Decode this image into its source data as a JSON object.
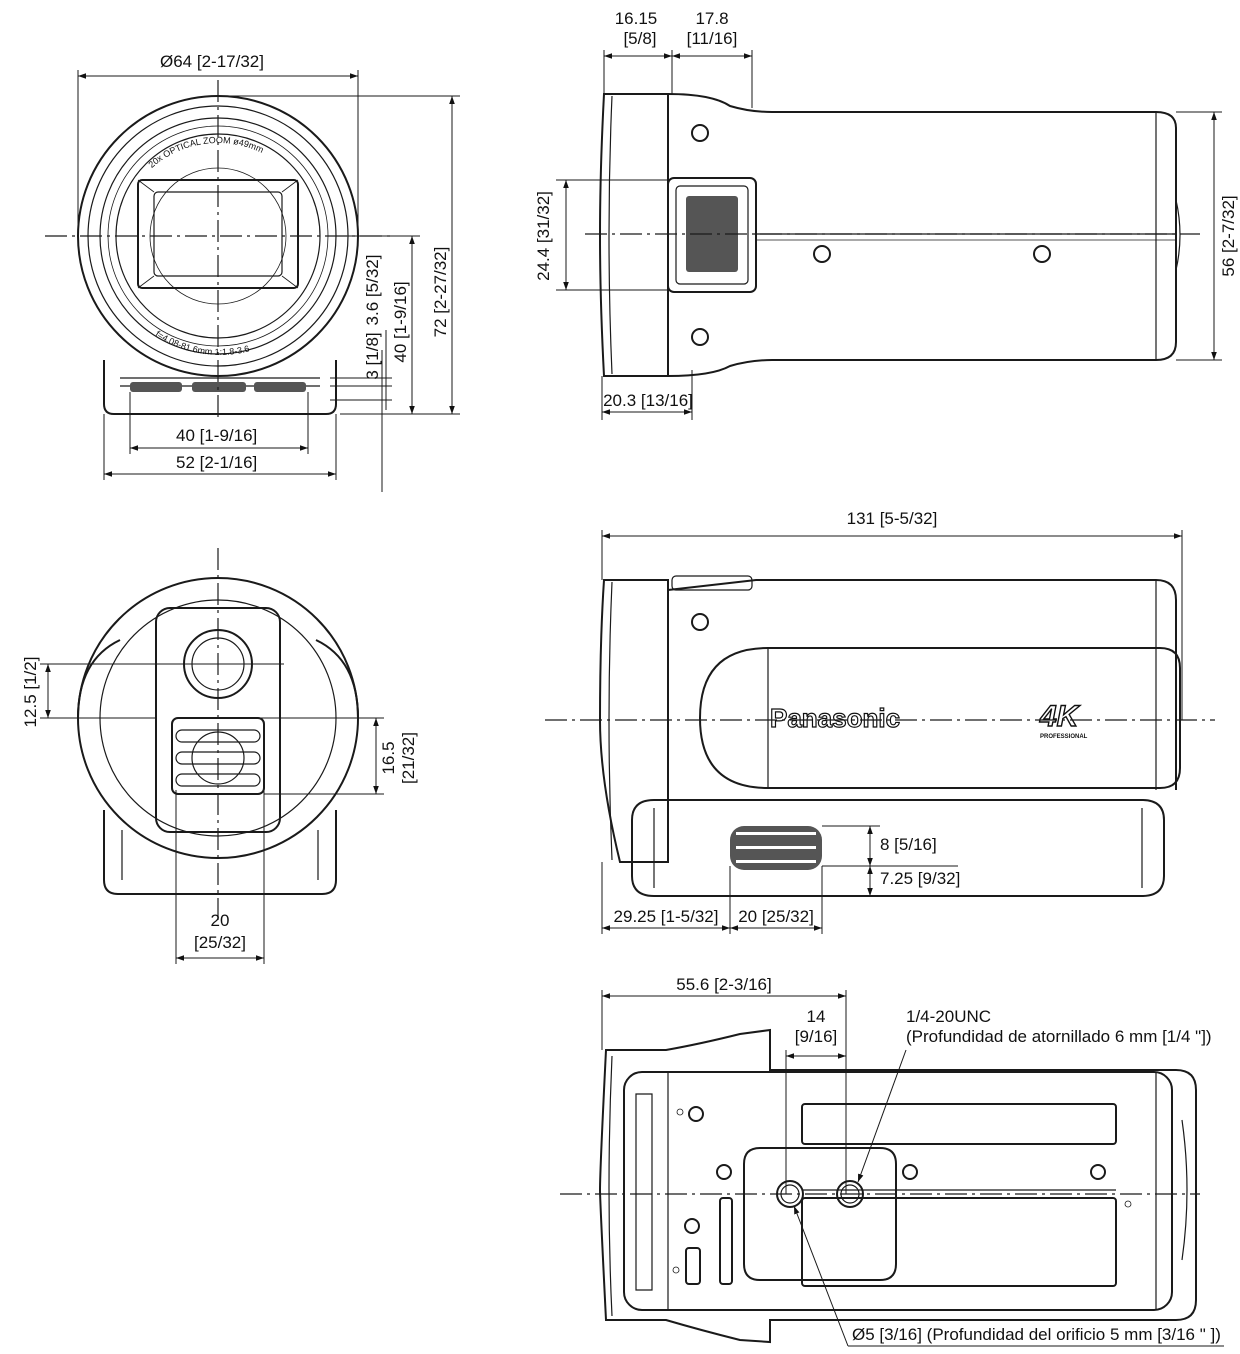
{
  "front_view": {
    "diameter": "Ø64 [2-17/32]",
    "lens_top_text": "20x OPTICAL ZOOM ø49mm",
    "lens_bottom_text": "f=4.08-81.6mm 1:1.8-3.6",
    "dim_3_6": "3.6 [5/32]",
    "dim_3": "3 [1/8]",
    "dim_40_v": "40 [1-9/16]",
    "dim_72": "72 [2-27/32]",
    "dim_40_h": "40 [1-9/16]",
    "dim_52": "52 [2-1/16]"
  },
  "side_view": {
    "dim_16_15": "16.15",
    "dim_16_15_in": "[5/8]",
    "dim_17_8": "17.8",
    "dim_17_8_in": "[11/16]",
    "dim_24_4": "24.4 [31/32]",
    "dim_56": "56 [2-7/32]",
    "dim_20_3": "20.3 [13/16]"
  },
  "rear_view": {
    "dim_12_5": "12.5 [1/2]",
    "dim_16_5": "16.5",
    "dim_16_5_in": "[21/32]",
    "dim_20": "20",
    "dim_20_in": "[25/32]"
  },
  "top_view": {
    "dim_131": "131 [5-5/32]",
    "brand": "Panasonic",
    "badge": "4K",
    "badge_sub": "PROFESSIONAL",
    "dim_8": "8 [5/16]",
    "dim_7_25": "7.25 [9/32]",
    "dim_29_25": "29.25 [1-5/32]",
    "dim_20": "20 [25/32]"
  },
  "bottom_view": {
    "dim_55_6": "55.6 [2-3/16]",
    "dim_14": "14",
    "dim_14_in": "[9/16]",
    "thread": "1/4-20UNC",
    "thread_depth": "(Profundidad de atornillado 6 mm [1/4 \"])",
    "hole": "Ø5 [3/16] (Profundidad del orificio 5 mm [3/16 \" ])"
  }
}
